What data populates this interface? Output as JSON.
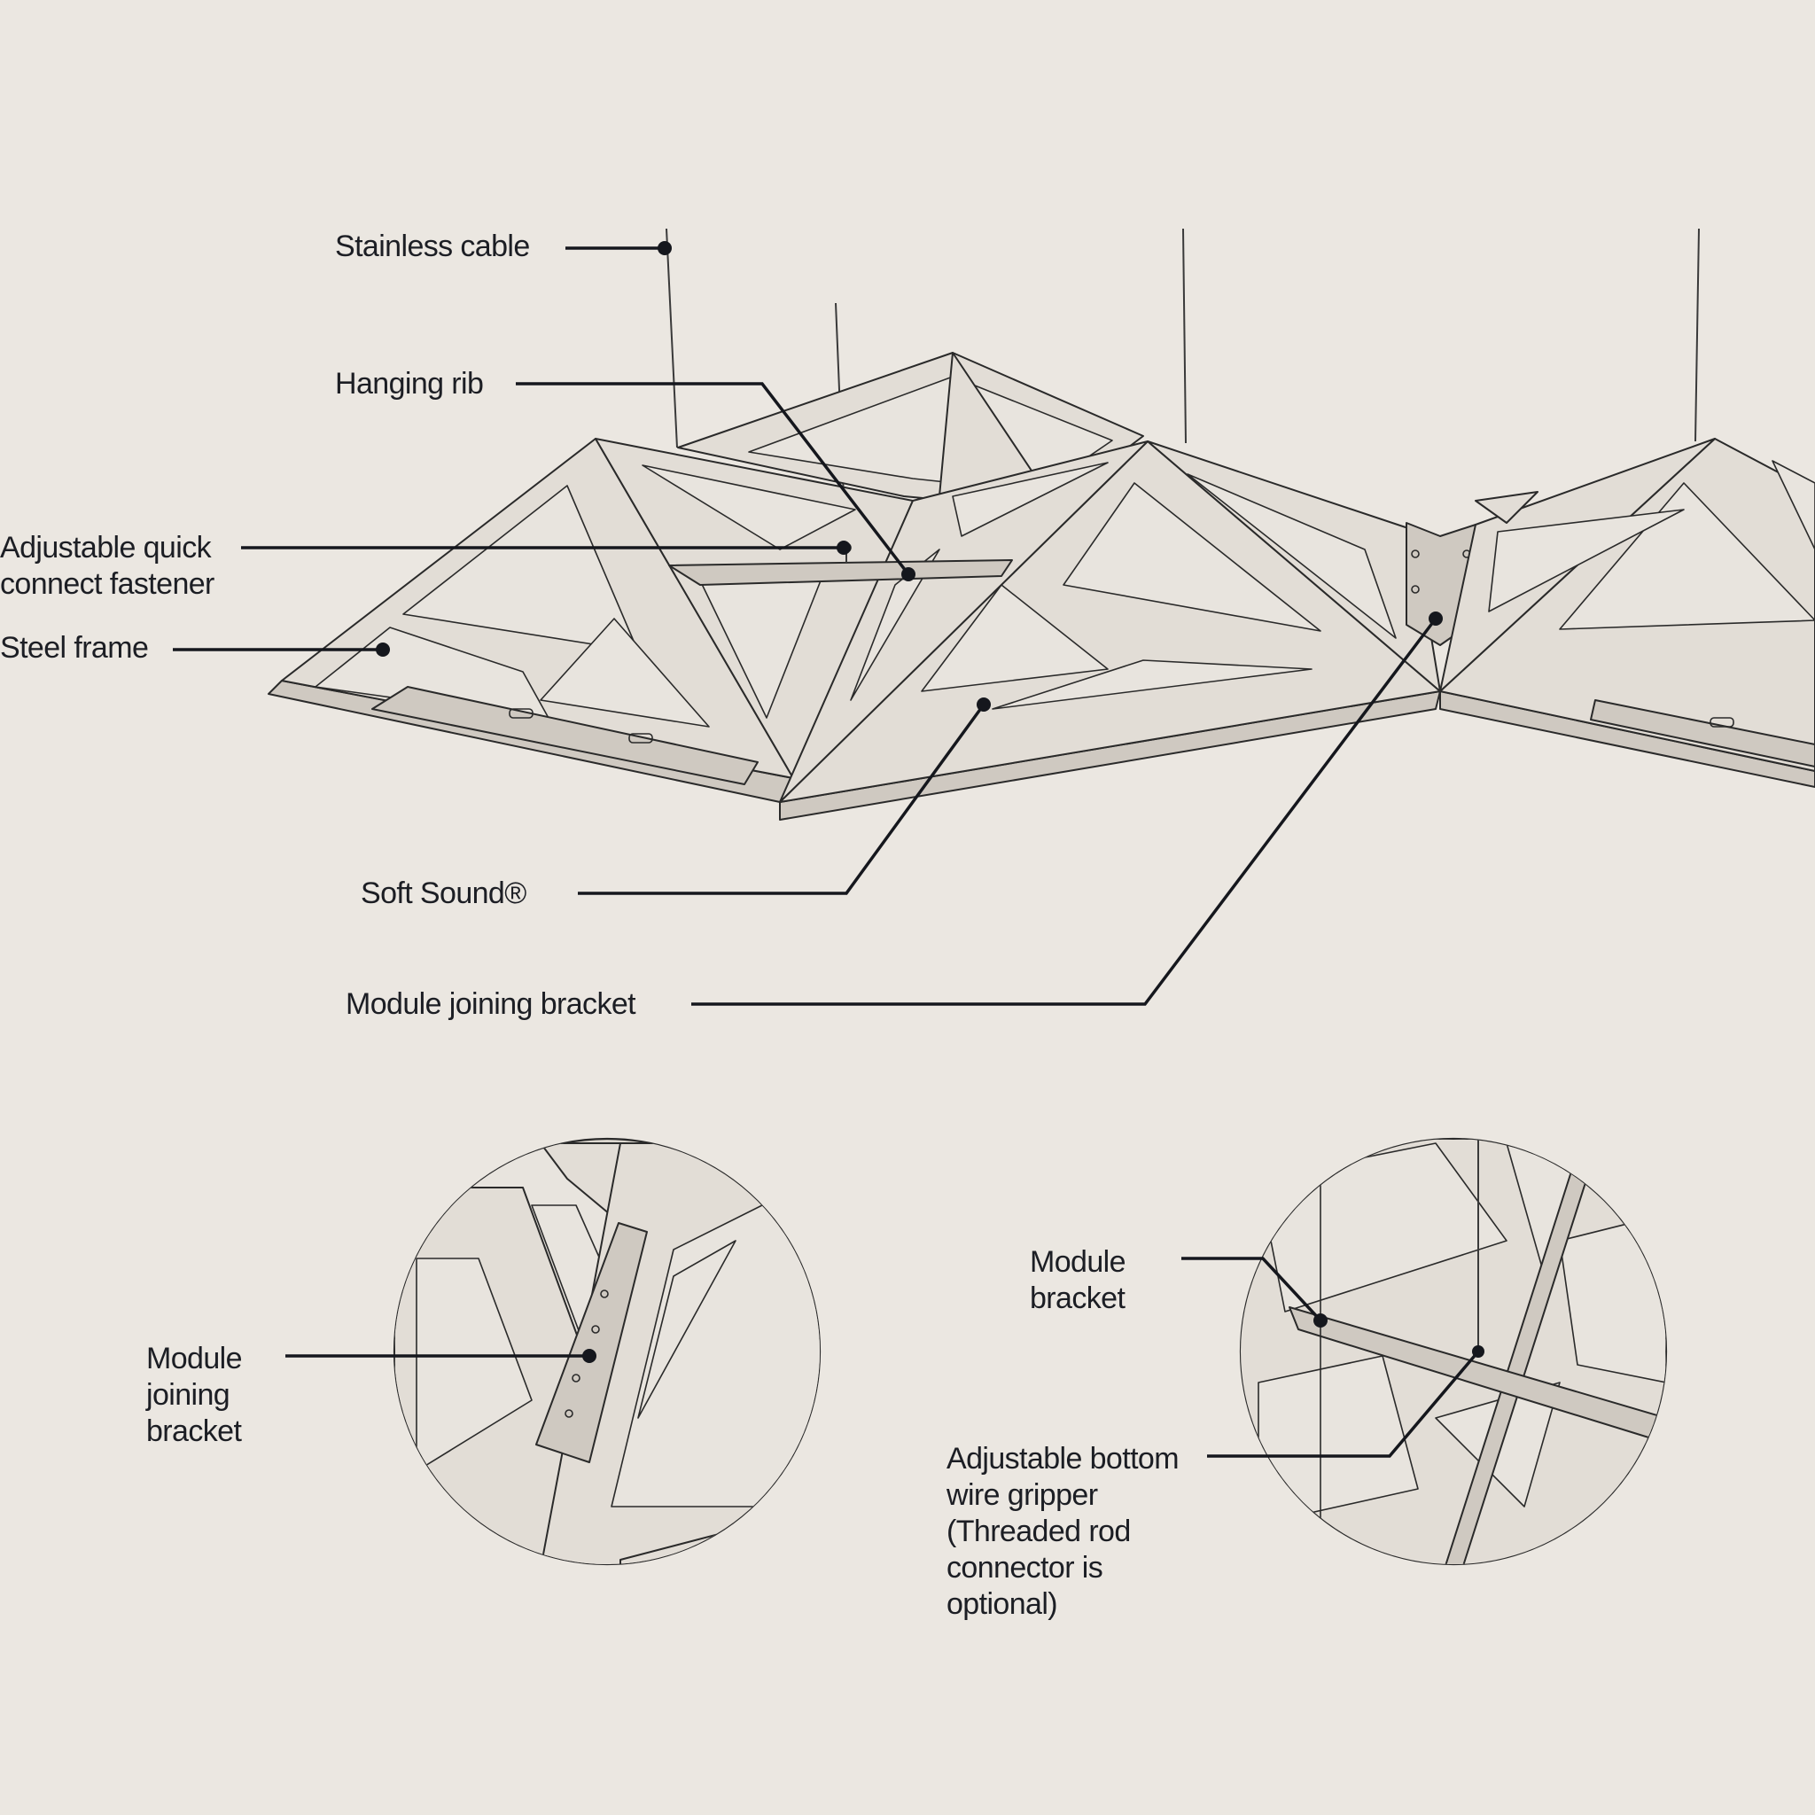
{
  "labels": {
    "stainless_cable": "Stainless cable",
    "hanging_rib": "Hanging rib",
    "quick_connect": "Adjustable quick\nconnect fastener",
    "steel_frame": "Steel frame",
    "soft_sound": "Soft Sound®",
    "module_joining_bracket": "Module joining bracket",
    "detail_left_bracket": "Module\njoining\nbracket",
    "detail_right_bracket": "Module\nbracket",
    "detail_wire_gripper": "Adjustable bottom\nwire gripper\n(Threaded rod\nconnector is\noptional)"
  },
  "colors": {
    "background": "#ebe7e1",
    "leader_line": "#15171d",
    "text": "#1c1e24"
  }
}
